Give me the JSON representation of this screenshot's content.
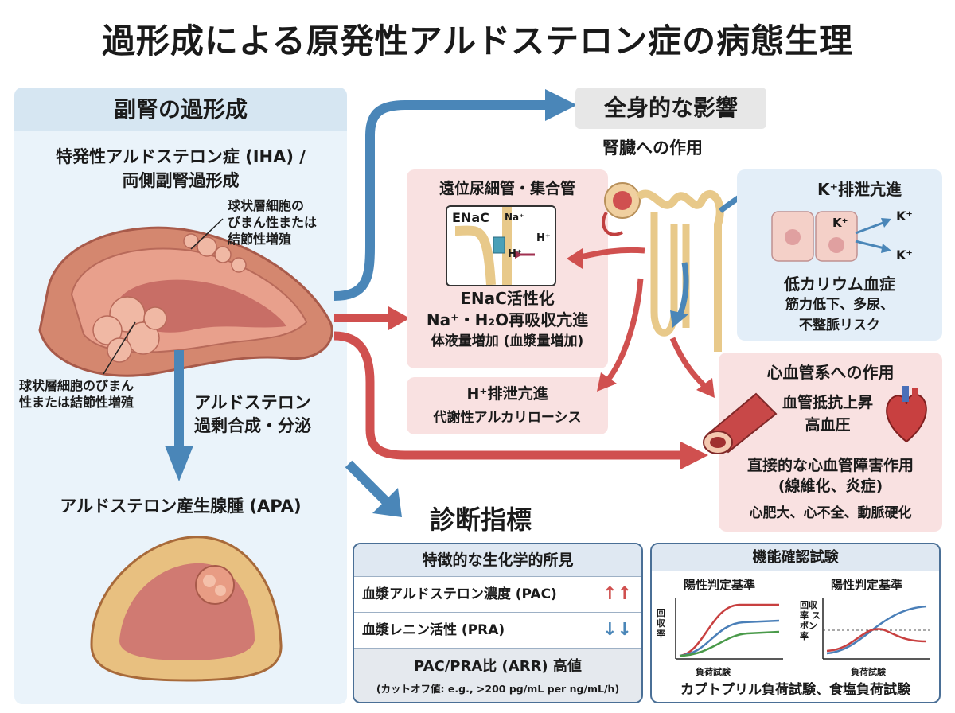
{
  "title": "過形成による原発性アルドステロン症の病態生理",
  "left_panel": {
    "header": "副腎の過形成",
    "iha_title_line1": "特発性アルドステロン症 (IHA) /",
    "iha_title_line2": "両側副腎過形成",
    "callout_right_line1": "球状層細胞の",
    "callout_right_line2": "びまん性または",
    "callout_right_line3": "結節性増殖",
    "callout_left_line1": "球状層細胞のびまん",
    "callout_left_line2": "性または結節性増殖",
    "arrow_label_line1": "アルドステロン",
    "arrow_label_line2": "過剰合成・分泌",
    "apa_title": "アルドステロン産生腺腫 (APA)"
  },
  "systemic": {
    "header": "全身的な影響",
    "kidney_label": "腎臓への作用"
  },
  "distal_box": {
    "title": "遠位尿細管・集合管",
    "enac": "ENaC",
    "na": "Na⁺",
    "h_right": "H⁺",
    "h_left": "H⁺",
    "line1": "ENaC活性化",
    "line2": "Na⁺・H₂O再吸収亢進",
    "line3": "体液量増加 (血漿量増加)"
  },
  "h_box": {
    "line1": "H⁺排泄亢進",
    "line2": "代謝性アルカリローシス"
  },
  "k_box": {
    "title": "K⁺排泄亢進",
    "k_cell": "K⁺",
    "k_out1": "K⁺",
    "k_out2": "K⁺",
    "line1": "低カリウム血症",
    "line2": "筋力低下、多尿、",
    "line3": "不整脈リスク"
  },
  "cardio_box": {
    "title": "心血管系への作用",
    "line1": "血管抵抗上昇",
    "line2": "高血圧",
    "line3": "直接的な心血管障害作用",
    "line4": "(線維化、炎症)",
    "line5": "心肥大、心不全、動脈硬化"
  },
  "diagnosis": {
    "header": "診断指標",
    "bio_title": "特徴的な生化学的所見",
    "pac_label": "血漿アルドステロン濃度 (PAC)",
    "pac_arrow": "↑↑",
    "pra_label": "血漿レニン活性 (PRA)",
    "pra_arrow": "↓↓",
    "arr_label": "PAC/PRA比 (ARR) 高値",
    "arr_cutoff": "(カットオフ値: e.g., >200 pg/mL per ng/mL/h)",
    "func_title": "機能確認試験",
    "graph1_title": "陽性判定基準",
    "graph1_ylabel": "回収率",
    "graph1_xlabel": "負荷試験",
    "graph2_title": "陽性判定基準",
    "graph2_ylabel": "回収率 スポン率",
    "graph2_xlabel": "負荷試験",
    "func_footer": "カプトプリル負荷試験、食塩負荷試験"
  },
  "colors": {
    "arrow_blue": "#4a86b8",
    "arrow_red": "#d0504f",
    "tissue": "#d98a7a",
    "tissue_dark": "#b85a55",
    "tube": "#e8c98a"
  }
}
